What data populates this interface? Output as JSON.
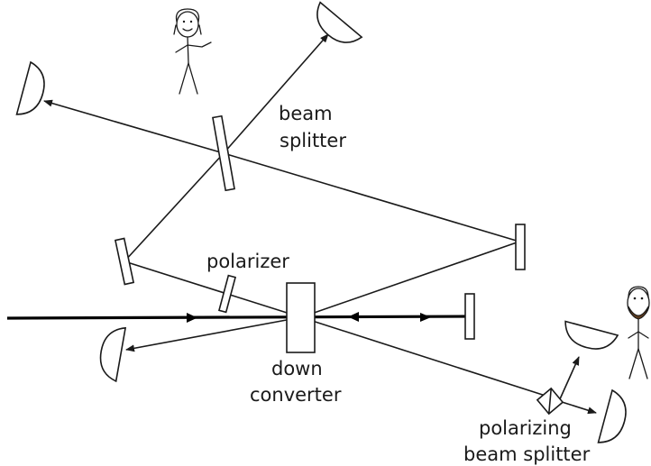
{
  "labels": {
    "beam_splitter_l1": "beam",
    "beam_splitter_l2": "splitter",
    "polarizer": "polarizer",
    "down_converter_l1": "down",
    "down_converter_l2": "converter",
    "pbs_l1": "polarizing",
    "pbs_l2": "beam splitter"
  },
  "colors": {
    "ink": "#1a1a1a",
    "background": "#ffffff"
  }
}
